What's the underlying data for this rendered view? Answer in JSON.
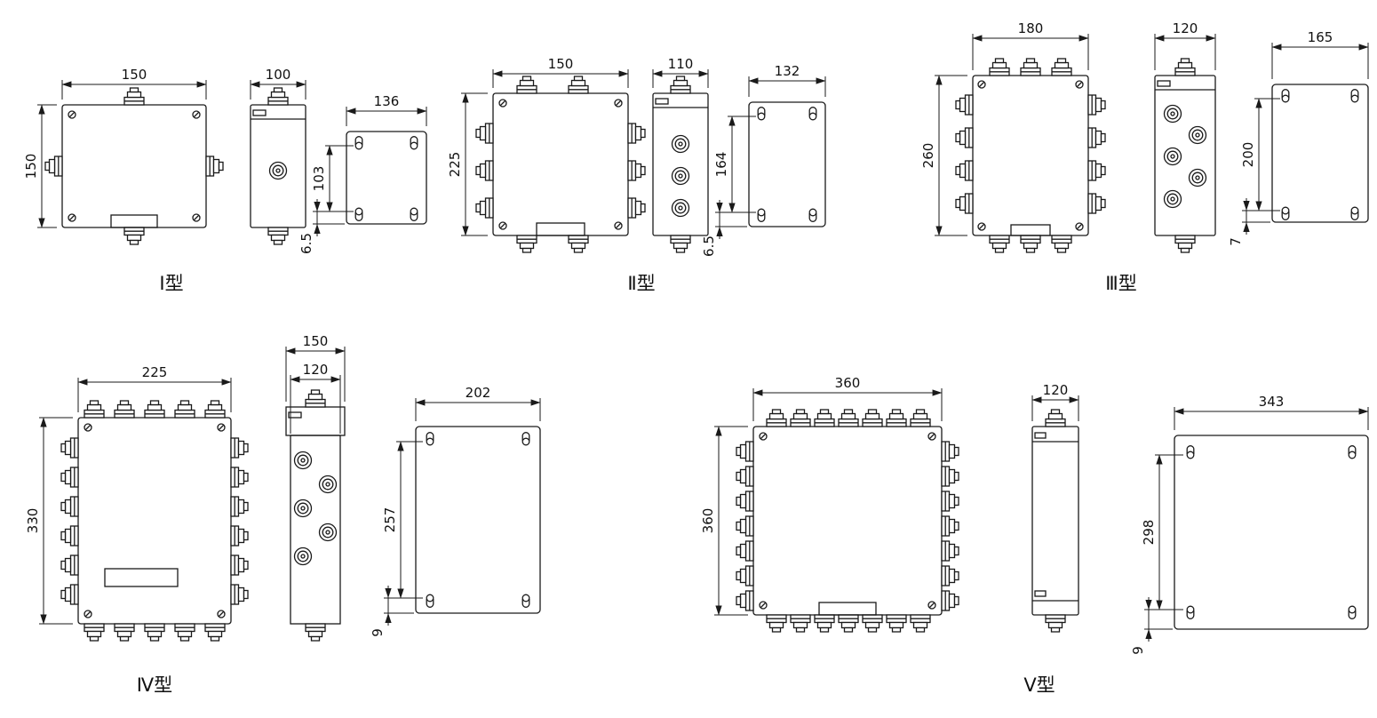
{
  "types": [
    {
      "label": "Ⅰ型",
      "dims": {
        "front_width": "150",
        "front_height": "150",
        "side_width": "100",
        "back_width": "136",
        "back_height": "103",
        "back_offset": "6.5"
      }
    },
    {
      "label": "Ⅱ型",
      "dims": {
        "front_width": "150",
        "front_height": "225",
        "side_width": "110",
        "back_width": "132",
        "back_height": "164",
        "back_offset": "6.5"
      }
    },
    {
      "label": "Ⅲ型",
      "dims": {
        "front_width": "180",
        "front_height": "260",
        "side_width": "120",
        "back_width": "165",
        "back_height": "200",
        "back_offset": "7"
      }
    },
    {
      "label": "Ⅳ型",
      "dims": {
        "front_width": "225",
        "front_height": "330",
        "side_outer_width": "150",
        "side_width": "120",
        "back_width": "202",
        "back_height": "257",
        "back_offset": "9"
      }
    },
    {
      "label": "Ⅴ型",
      "dims": {
        "front_width": "360",
        "front_height": "360",
        "side_width": "120",
        "back_width": "343",
        "back_height": "298",
        "back_offset": "9"
      }
    }
  ],
  "colors": {
    "line": "#1a1a1a",
    "background": "#ffffff"
  }
}
